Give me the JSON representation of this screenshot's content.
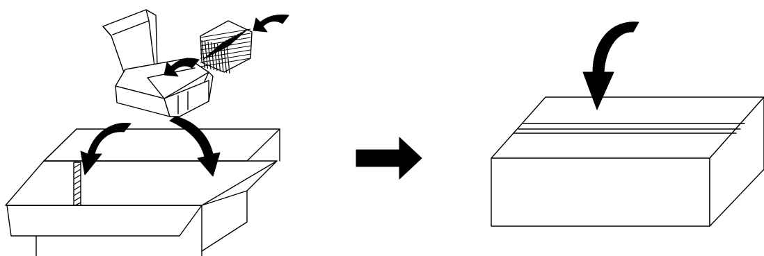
{
  "diagram": {
    "steps": [
      {
        "id": "insert",
        "parts": [
          "small-box",
          "grid-insert",
          "large-open-box",
          "divider-strip"
        ],
        "arrows": [
          "arrow-insert-into-small-box",
          "arrow-insert-into-grid",
          "arrow-small-box-to-left-side",
          "arrow-small-box-to-right-side"
        ]
      },
      {
        "id": "sealed",
        "parts": [
          "closed-box",
          "seal-tape"
        ],
        "arrows": [
          "arrow-close-box"
        ]
      }
    ],
    "transition": "arrow-right",
    "colors": {
      "ink": "#000000",
      "paper": "#ffffff"
    }
  }
}
